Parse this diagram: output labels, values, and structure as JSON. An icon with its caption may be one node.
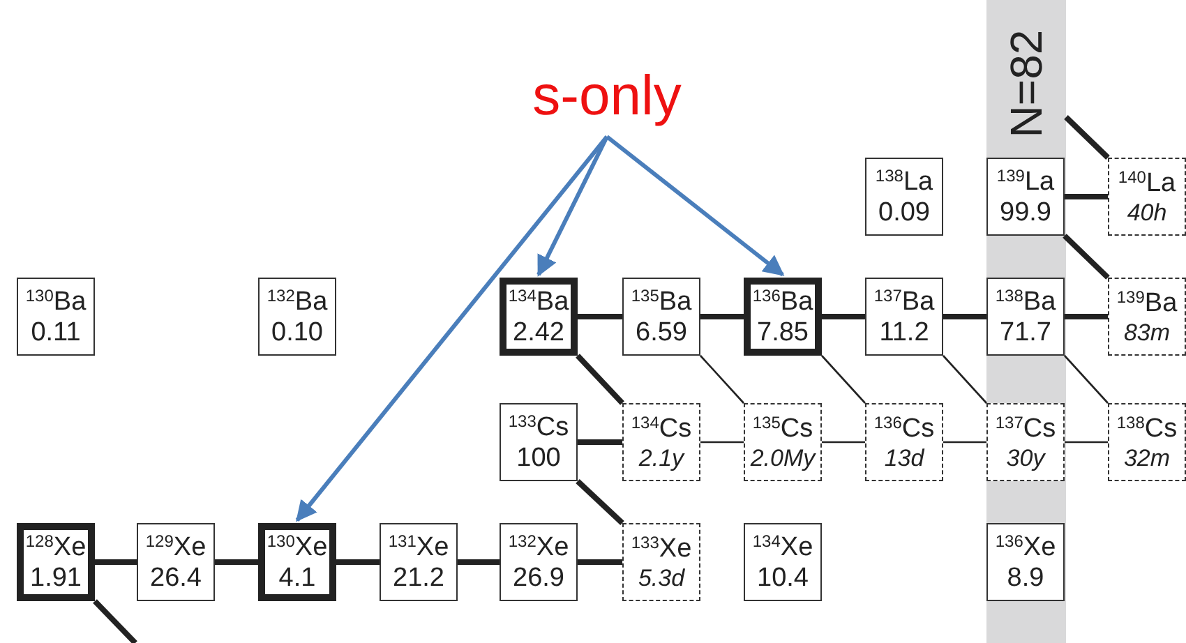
{
  "diagram": {
    "nodes": [
      {
        "text": [
          "N=82"
        ]
      },
      {
        "text": [
          "s-only"
        ]
      },
      {
        "text": [
          "$^{138}$La",
          "0.09"
        ]
      },
      {
        "text": [
          "$^{139}$La",
          "99.9"
        ],
        "in": 0
      },
      {
        "text": [
          "$^{140}$La",
          "40h"
        ]
      },
      {
        "text": [
          "$^{130}$Ba",
          "0.11"
        ]
      },
      {
        "text": [
          "$^{132}$Ba",
          "0.10"
        ]
      },
      {
        "text": [
          "$^{134}$Ba",
          "2.42"
        ]
      },
      {
        "text": [
          "$^{135}$Ba",
          "6.59"
        ]
      },
      {
        "text": [
          "$^{136}$Ba",
          "7.85"
        ]
      },
      {
        "text": [
          "$^{137}$Ba",
          "11.2"
        ]
      },
      {
        "text": [
          "$^{138}$Ba",
          "71.7"
        ],
        "in": 0
      },
      {
        "text": [
          "$^{139}$Ba",
          "83m"
        ]
      },
      {
        "text": [
          "$^{133}$Cs",
          "100"
        ]
      },
      {
        "text": [
          "$^{134}$Cs",
          "2.1y"
        ]
      },
      {
        "text": [
          "$^{135}$Cs",
          "2.0My"
        ]
      },
      {
        "text": [
          "$^{136}$Cs",
          "13d"
        ]
      },
      {
        "text": [
          "$^{137}$Cs",
          "30y"
        ],
        "in": 0
      },
      {
        "text": [
          "$^{138}$Cs",
          "32m"
        ]
      },
      {
        "text": [
          "$^{128}$Xe",
          "1.91"
        ]
      },
      {
        "text": [
          "$^{129}$Xe",
          "26.4"
        ]
      },
      {
        "text": [
          "$^{130}$Xe",
          "4.1"
        ]
      },
      {
        "text": [
          "$^{131}$Xe",
          "21.2"
        ]
      },
      {
        "text": [
          "$^{132}$Xe",
          "26.9"
        ]
      },
      {
        "text": [
          "$^{133}$Xe",
          "5.3d"
        ]
      },
      {
        "text": [
          "$^{134}$Xe",
          "10.4"
        ]
      },
      {
        "text": [
          "$^{136}$Xe",
          "8.9"
        ],
        "in": 0
      }
    ],
    "edges": [
      {
        "from": 1,
        "to": 7,
        "arrow": "to",
        "color": "#4a7ebb"
      },
      {
        "from": 1,
        "to": 9,
        "arrow": "to",
        "color": "#4a7ebb"
      },
      {
        "from": 1,
        "to": 21,
        "arrow": "to",
        "color": "#4a7ebb"
      },
      {
        "from": 19,
        "to": 20,
        "arrow": "none"
      },
      {
        "from": 20,
        "to": 21,
        "arrow": "none"
      },
      {
        "from": 21,
        "to": 22,
        "arrow": "none"
      },
      {
        "from": 22,
        "to": 23,
        "arrow": "none"
      },
      {
        "from": 23,
        "to": 24,
        "arrow": "none"
      },
      {
        "from": 24,
        "to": 13,
        "arrow": "none"
      },
      {
        "from": 13,
        "to": 14,
        "arrow": "none"
      },
      {
        "from": 7,
        "to": 14,
        "arrow": "none"
      },
      {
        "from": 7,
        "to": 8,
        "arrow": "none"
      },
      {
        "from": 8,
        "to": 9,
        "arrow": "none"
      },
      {
        "from": 9,
        "to": 10,
        "arrow": "none"
      },
      {
        "from": 10,
        "to": 11,
        "arrow": "none"
      },
      {
        "from": 11,
        "to": 12,
        "arrow": "none"
      },
      {
        "from": 3,
        "to": 4,
        "arrow": "none"
      },
      {
        "from": 3,
        "to": 12,
        "arrow": "none"
      },
      {
        "from": 0,
        "to": 4,
        "arrow": "none"
      },
      {
        "from": 19,
        "to": null,
        "arrow": "none"
      },
      {
        "from": 8,
        "to": 15,
        "arrow": "none"
      },
      {
        "from": 9,
        "to": 16,
        "arrow": "none"
      },
      {
        "from": 10,
        "to": 17,
        "arrow": "none"
      },
      {
        "from": 11,
        "to": 18,
        "arrow": "none"
      },
      {
        "from": 14,
        "to": 15,
        "arrow": "none"
      },
      {
        "from": 15,
        "to": 16,
        "arrow": "none"
      },
      {
        "from": 16,
        "to": 17,
        "arrow": "none"
      },
      {
        "from": 17,
        "to": 18,
        "arrow": "none"
      }
    ]
  }
}
